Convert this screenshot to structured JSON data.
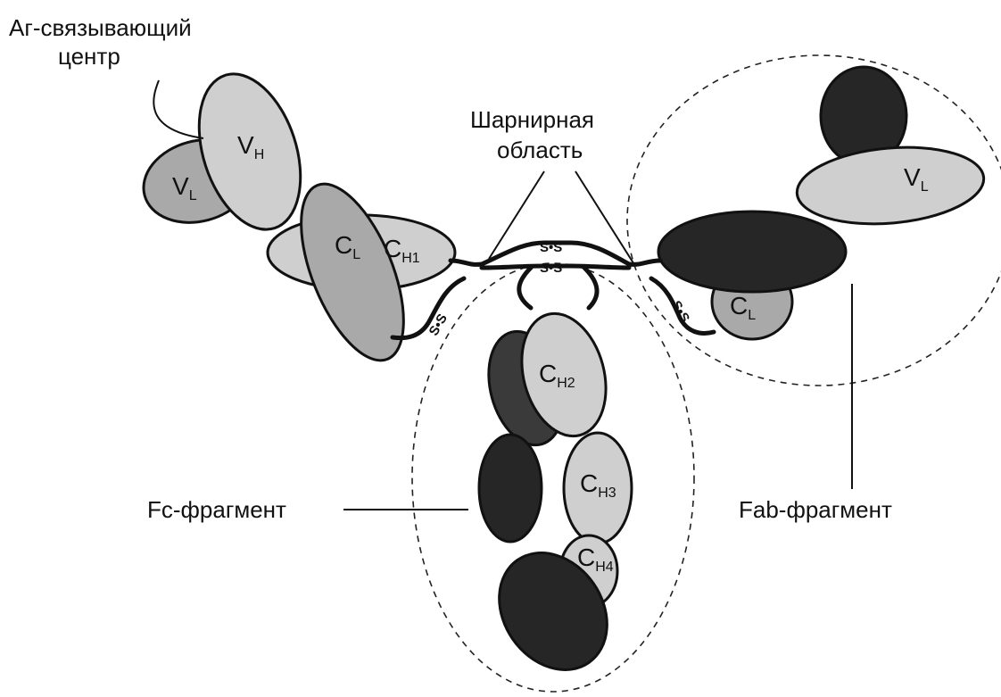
{
  "labels": {
    "antigen_site_line1": "Аг-связывающий",
    "antigen_site_line2": "центр",
    "hinge_line1": "Шарнирная",
    "hinge_line2": "область",
    "fc_fragment": "Fc-фрагмент",
    "fab_fragment": "Fab-фрагмент"
  },
  "domains": {
    "vh_main": "V",
    "vh_sub": "H",
    "vl_main": "V",
    "vl_sub": "L",
    "cl_main": "C",
    "cl_sub": "L",
    "ch1_main": "C",
    "ch1_sub": "H1",
    "ch2_main": "C",
    "ch2_sub": "H2",
    "ch3_main": "C",
    "ch3_sub": "H3",
    "ch4_main": "C",
    "ch4_sub": "H4"
  },
  "disulfide": {
    "hinge_bond": "S•S",
    "light_heavy_bond": "S•S"
  }
}
